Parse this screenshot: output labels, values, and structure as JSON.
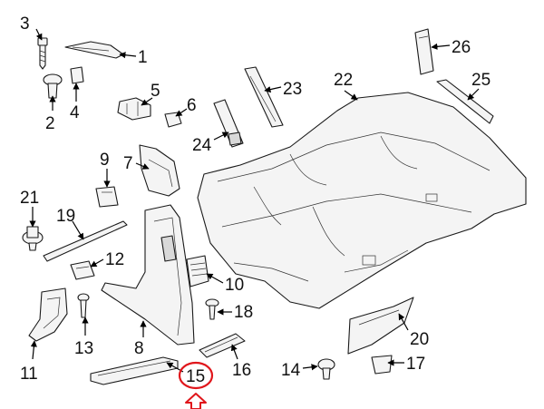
{
  "labels": {
    "p1": "1",
    "p2": "2",
    "p3": "3",
    "p4": "4",
    "p5": "5",
    "p6": "6",
    "p7": "7",
    "p8": "8",
    "p9": "9",
    "p10": "10",
    "p11": "11",
    "p12": "12",
    "p13": "13",
    "p14": "14",
    "p15": "15",
    "p16": "16",
    "p17": "17",
    "p18": "18",
    "p19": "19",
    "p20": "20",
    "p21": "21",
    "p22": "22",
    "p23": "23",
    "p24": "24",
    "p25": "25",
    "p26": "26"
  },
  "highlight": {
    "part": "15",
    "color": "#e0161b"
  }
}
